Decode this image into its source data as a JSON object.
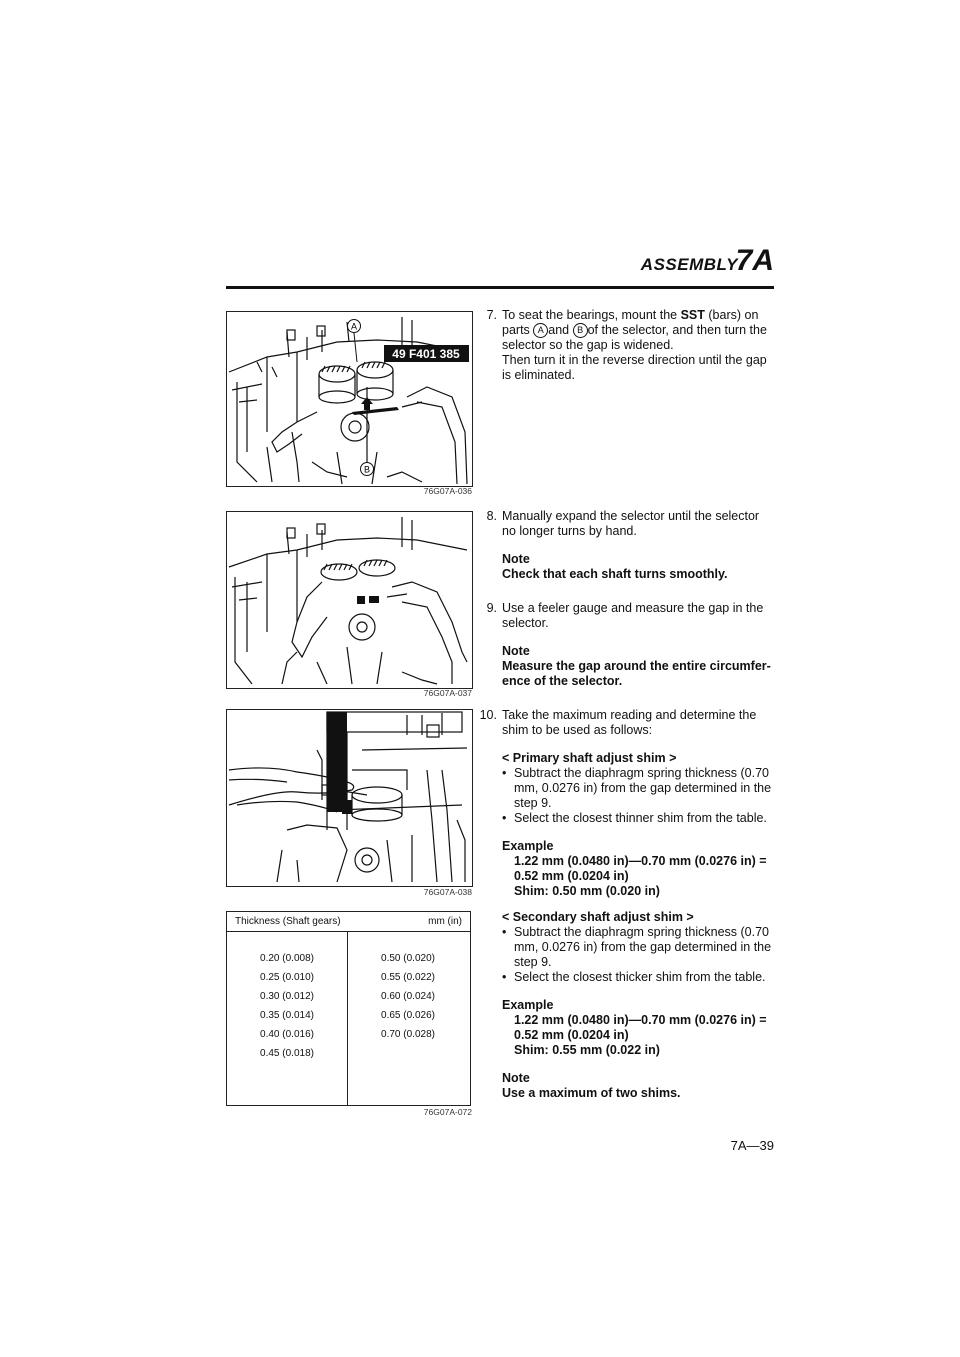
{
  "header": {
    "section": "ASSEMBLY",
    "chapter": "7A"
  },
  "figures": [
    {
      "code": "76G07A-036",
      "tool_label": "49 F401 385",
      "callout_a": "A",
      "callout_b": "B"
    },
    {
      "code": "76G07A-037"
    },
    {
      "code": "76G07A-038"
    }
  ],
  "table": {
    "title": "Thickness (Shaft gears)",
    "unit": "mm (in)",
    "col1": [
      "0.20 (0.008)",
      "0.25 (0.010)",
      "0.30 (0.012)",
      "0.35 (0.014)",
      "0.40 (0.016)",
      "0.45 (0.018)"
    ],
    "col2": [
      "0.50 (0.020)",
      "0.55 (0.022)",
      "0.60 (0.024)",
      "0.65 (0.026)",
      "0.70 (0.028)"
    ],
    "code": "76G07A-072"
  },
  "step7": {
    "num": "7.",
    "t1": "To seat the bearings, mount the ",
    "sst": "SST",
    "t2": " (bars) on parts ",
    "a": "A",
    "t3": "and ",
    "b": "B",
    "t4": "of the selector, and then turn the selector so the gap is widened.",
    "t5": "Then turn it in the reverse direction until the gap is eliminated."
  },
  "step8": {
    "num": "8.",
    "text": "Manually expand the selector until the selector no longer turns by hand.",
    "note_head": "Note",
    "note_body": "Check that each shaft turns smoothly."
  },
  "step9": {
    "num": "9.",
    "text": "Use a feeler gauge and measure the gap in the selector.",
    "note_head": "Note",
    "note_body": "Measure the gap around the entire circumfer-ence of the selector."
  },
  "step10": {
    "num": "10.",
    "text": "Take the maximum reading and determine the shim to be used as follows:",
    "primary": {
      "heading": "< Primary shaft adjust shim >",
      "b1": "Subtract the diaphragm spring thickness (0.70 mm, 0.0276 in) from the gap determined in the step 9.",
      "b2": "Select the closest thinner shim from the table.",
      "ex_head": "Example",
      "ex1": "1.22 mm (0.0480 in)—0.70 mm (0.0276 in) =",
      "ex2": "0.52 mm (0.0204 in)",
      "ex3": "Shim: 0.50 mm (0.020 in)"
    },
    "secondary": {
      "heading": "< Secondary shaft adjust shim >",
      "b1": "Subtract the diaphragm spring thickness (0.70 mm, 0.0276 in) from the gap determined in the step 9.",
      "b2": "Select the closest thicker shim from the table.",
      "ex_head": "Example",
      "ex1": "1.22 mm (0.0480 in)—0.70 mm (0.0276 in) =",
      "ex2": "0.52 mm (0.0204 in)",
      "ex3": "Shim: 0.55 mm (0.022 in)"
    },
    "note_head": "Note",
    "note_body": "Use a maximum of two shims."
  },
  "footer": {
    "page": "7A—39"
  }
}
